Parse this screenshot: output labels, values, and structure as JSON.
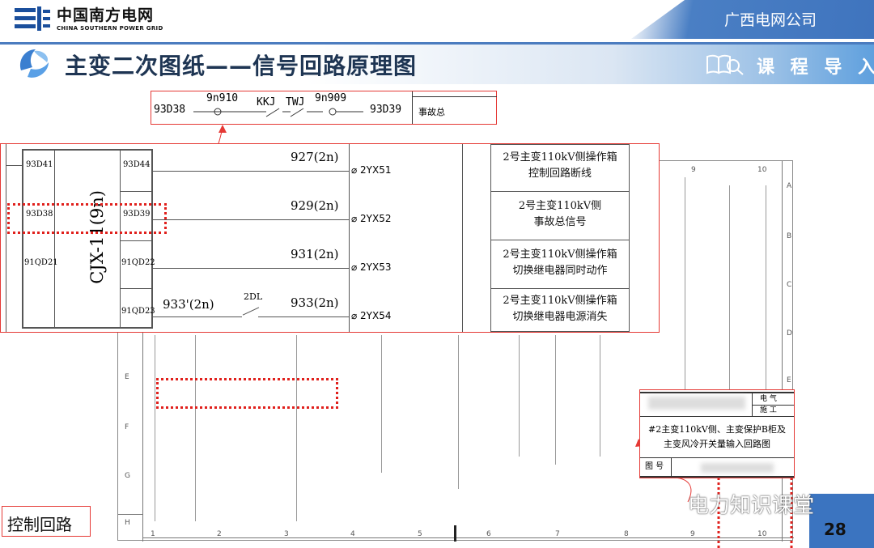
{
  "header": {
    "logo_cn": "中国南方电网",
    "logo_en": "CHINA SOUTHERN POWER GRID",
    "company": "广西电网公司"
  },
  "title": {
    "text": "主变二次图纸——信号回路原理图",
    "course": "课 程 导 入"
  },
  "callout_top": {
    "left": "93D38",
    "c1": "9n910",
    "kkj": "KKJ",
    "twj": "TWJ",
    "c2": "9n909",
    "right": "93D39",
    "label": "事故总"
  },
  "zoom": {
    "device": "CJX-11(9n)",
    "left_terminals": [
      "93D41",
      "93D38",
      "91QD21"
    ],
    "right_terminals": [
      "93D44",
      "93D39",
      "91QD22",
      "91QD23"
    ],
    "wires": [
      "927(2n)",
      "929(2n)",
      "931(2n)",
      "933(2n)"
    ],
    "wire_prefix": "933'(2n)",
    "contact": "2DL",
    "out_terminals": [
      "2YX51",
      "2YX52",
      "2YX53",
      "2YX54"
    ],
    "descriptions": [
      [
        "2号主变110kV侧操作箱",
        "控制回路断线"
      ],
      [
        "2号主变110kV侧",
        "事故总信号"
      ],
      [
        "2号主变110kV侧操作箱",
        "切换继电器同时动作"
      ],
      [
        "2号主变110kV侧操作箱",
        "切换继电器电源消失"
      ]
    ]
  },
  "drawing": {
    "rows": [
      "E",
      "F",
      "G",
      "H"
    ],
    "right_rows": [
      "A",
      "B",
      "C",
      "D",
      "E"
    ],
    "cols": [
      "1",
      "2",
      "3",
      "4",
      "5",
      "6",
      "7",
      "8",
      "9",
      "10"
    ],
    "top_cols": [
      "9",
      "10"
    ]
  },
  "titleblock": {
    "f1": "电 气",
    "f2": "施 工",
    "name_l1": "#2主变110kV侧、主变保护B柜及",
    "name_l2": "主变风冷开关量输入回路图",
    "fig_no": "图 号"
  },
  "footer": {
    "section": "控制回路",
    "watermark": "电力知识课堂",
    "page": "28"
  },
  "colors": {
    "accent": "#3b74c0",
    "highlight": "#e0201c",
    "title": "#1e3553"
  }
}
